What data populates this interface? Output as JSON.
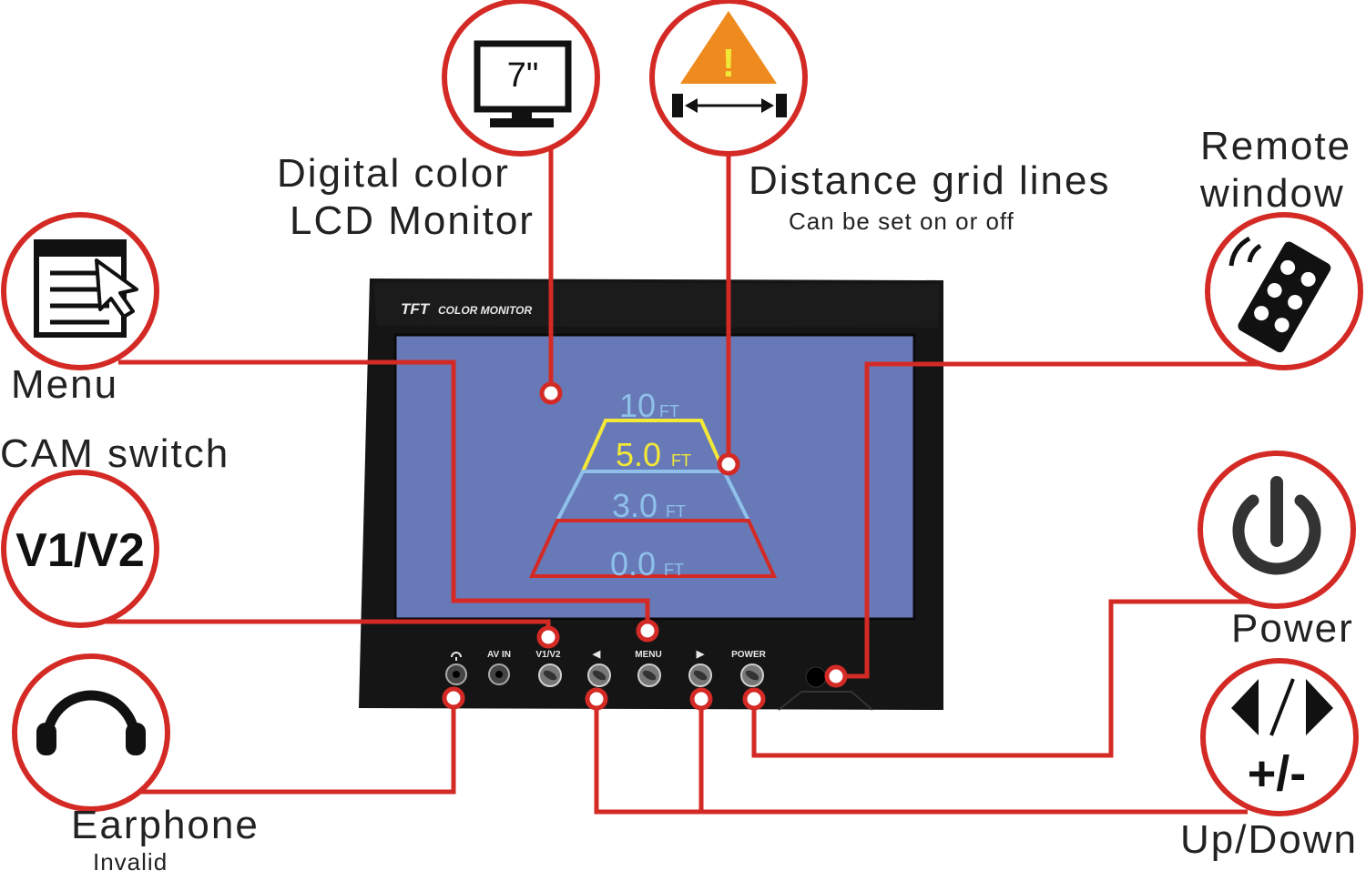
{
  "features": {
    "lcd": {
      "line1": "Digital color",
      "line2": "LCD Monitor",
      "icon_text": "7\""
    },
    "grid": {
      "title": "Distance grid lines",
      "subtitle": "Can be set on or off"
    },
    "remote": {
      "line1": "Remote",
      "line2": "window"
    },
    "menu": {
      "label": "Menu"
    },
    "cam": {
      "label": "CAM  switch",
      "icon_text": "V1/V2"
    },
    "earphone": {
      "label": "Earphone",
      "sublabel": "Invalid"
    },
    "power": {
      "label": "Power"
    },
    "updown": {
      "label": "Up/Down",
      "icon_text": "+/-"
    }
  },
  "monitor": {
    "brand": "TFT",
    "brand_sub": "COLOR MONITOR",
    "buttons": {
      "av_in": "AV IN",
      "v1v2": "V1/V2",
      "left": "◀",
      "menu": "MENU",
      "right": "▶",
      "power": "POWER"
    },
    "grid_labels": [
      {
        "num": "10",
        "unit": "FT"
      },
      {
        "num": "5.0",
        "unit": "FT"
      },
      {
        "num": "3.0",
        "unit": "FT"
      },
      {
        "num": "0.0",
        "unit": "FT"
      }
    ]
  },
  "colors": {
    "callout_red": "#d42a25",
    "screen_blue": "#6879b8",
    "grid_blue": "#8ec0ea",
    "grid_yellow": "#f2e838",
    "grid_red": "#d42a25",
    "warning_orange": "#ef8a1e",
    "bezel": "#141414"
  }
}
